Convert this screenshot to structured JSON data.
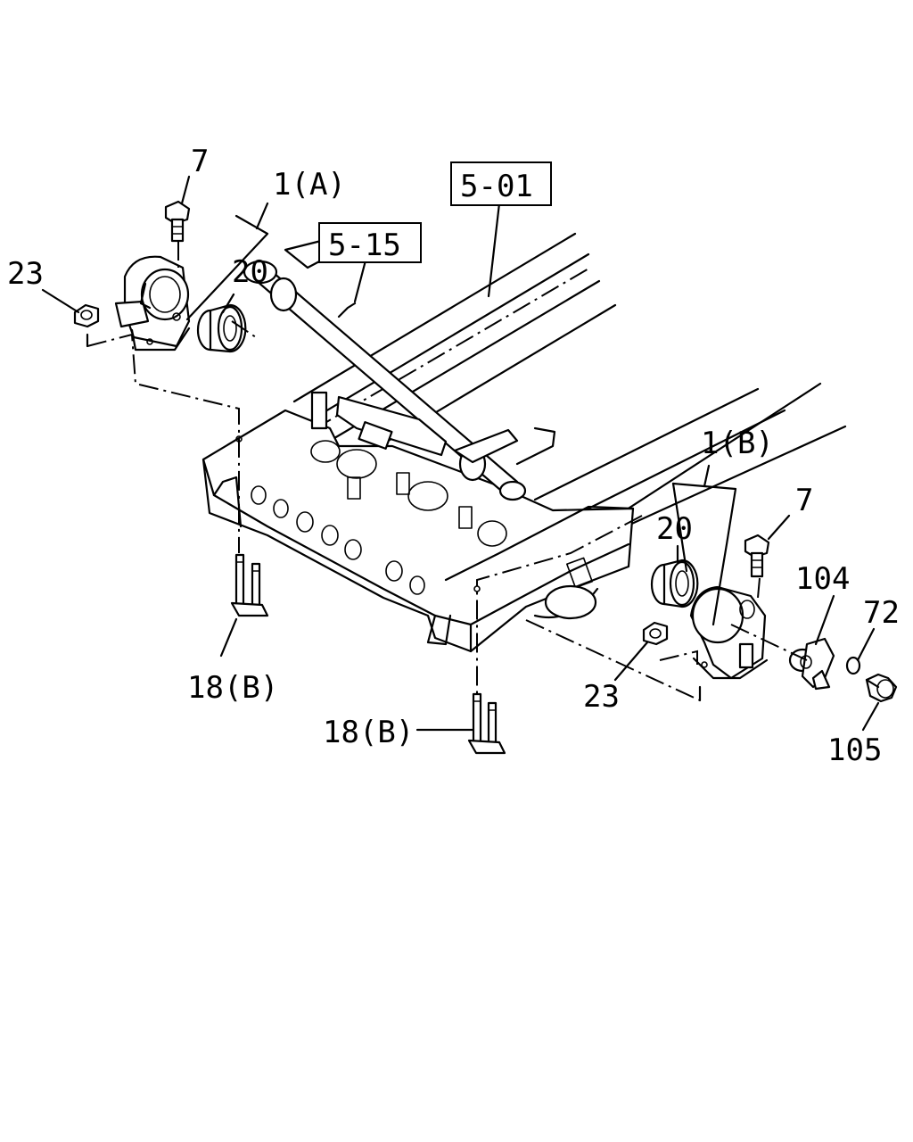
{
  "callouts": {
    "ref_5_01": "5-01",
    "ref_5_15": "5-15",
    "bracket_a": "1(A)",
    "bracket_b": "1(B)",
    "bolt_a": "7",
    "bolt_b": "7",
    "nut_a": "23",
    "nut_b": "23",
    "bushing_a": "20",
    "bushing_b": "20",
    "u_bolt_left": "18(B)",
    "u_bolt_center": "18(B)",
    "part_104": "104",
    "washer_72": "72",
    "bolt_105": "105"
  }
}
